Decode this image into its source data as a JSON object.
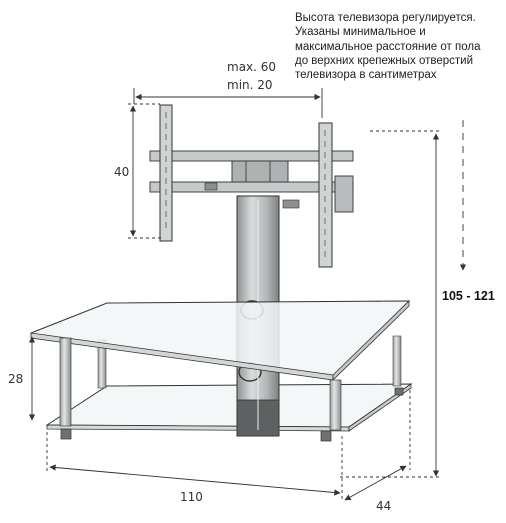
{
  "note": {
    "lines": [
      "Высота телевизора регулируется.",
      "Указаны минимальное и",
      "максимальное  расстояние от пола",
      "до верхних крепежных отверстий",
      "телевизора в сантиметрах"
    ]
  },
  "dimensions": {
    "vesa_max": "max. 60",
    "vesa_min": "min. 20",
    "bracket_height": "40",
    "total_height": "105 - 121",
    "shelf_gap": "28",
    "width": "110",
    "depth": "44"
  },
  "colors": {
    "line": "#222222",
    "glass": "#f3f6f6",
    "metal": "#b8bcbc",
    "dim_line": "#333333"
  }
}
